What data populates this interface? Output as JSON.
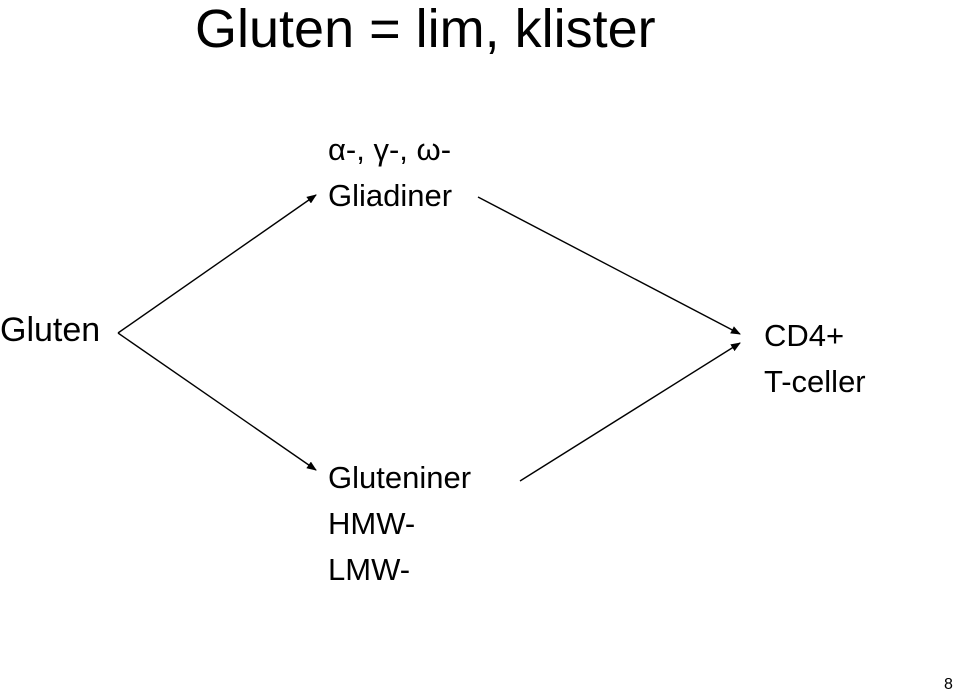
{
  "title": "Gluten = lim, klister",
  "nodes": {
    "gluten": "Gluten",
    "gliadins": {
      "line1": "α-, γ-, ω-",
      "line2": "Gliadiner"
    },
    "glutenins": {
      "line1": "Gluteniner",
      "line2": "HMW-",
      "line3": "LMW-"
    },
    "cd4": {
      "line1": "CD4+",
      "line2": "T-celler"
    }
  },
  "page_number": "8",
  "colors": {
    "text": "#000000",
    "arrow": "#000000",
    "background": "#ffffff"
  }
}
